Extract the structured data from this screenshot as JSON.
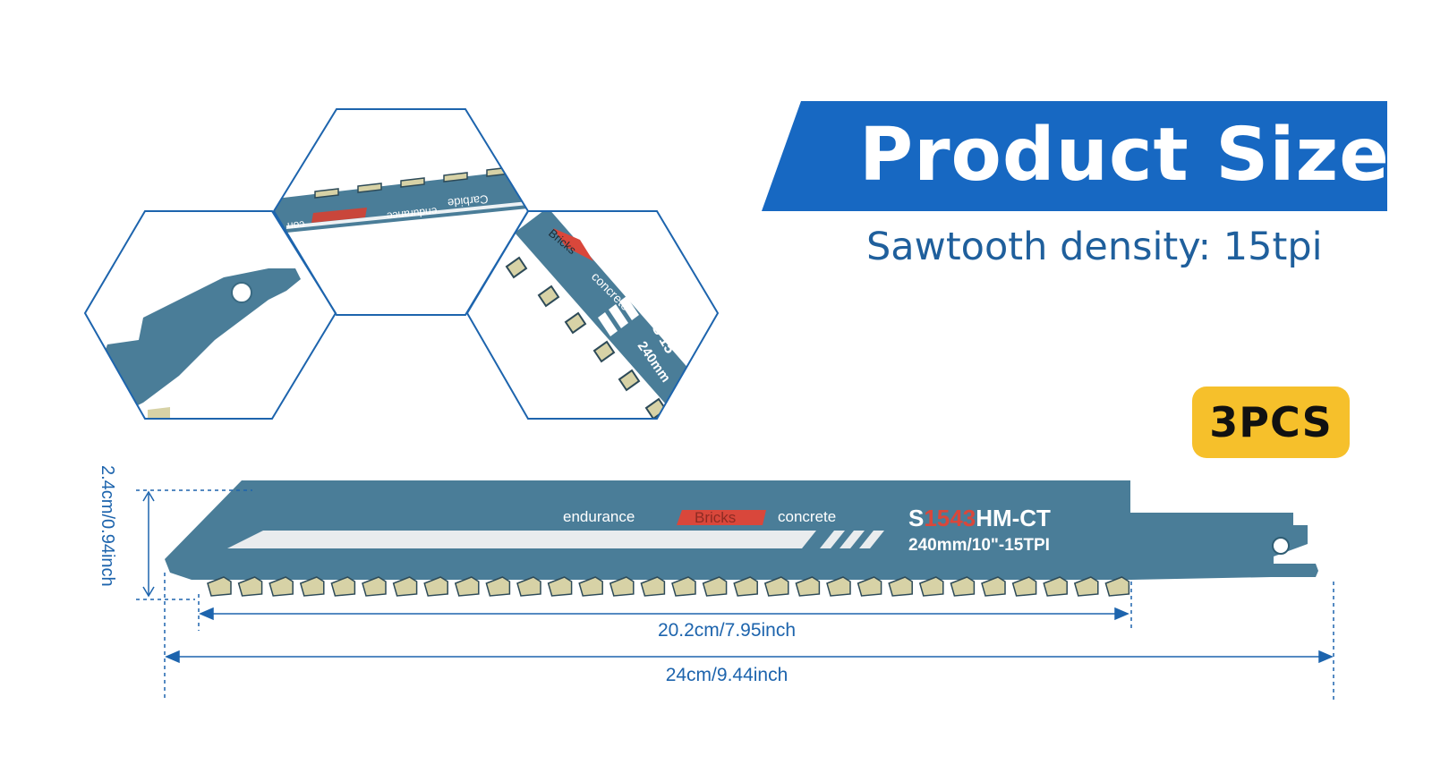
{
  "header": {
    "title": "Product Size",
    "subtitle": "Sawtooth density: 15tpi",
    "badge": "3PCS"
  },
  "blade": {
    "label_endurance": "endurance",
    "label_bricks": "Bricks",
    "label_concrete": "concrete",
    "model_prefix": "S",
    "model_number": "1543",
    "model_suffix": "HM-CT",
    "spec": "240mm/10\"-15TPI"
  },
  "details": {
    "hex_top_carbide": "Carbide",
    "hex_top_endurance": "endurance",
    "hex_top_con": "con",
    "hex_right_bricks": "Bricks",
    "hex_right_concrete": "concrete",
    "hex_right_model": "S 15",
    "hex_right_spec": "240mm"
  },
  "dimensions": {
    "height": "2.4cm/0.94inch",
    "tooth_length": "20.2cm/7.95inch",
    "total_length": "24cm/9.44inch"
  },
  "colors": {
    "banner_blue": "#1768c2",
    "blade_blue": "#4a7d98",
    "dimension_blue": "#1d64ad",
    "badge_yellow": "#f6c02b",
    "accent_red": "#d9473b"
  }
}
